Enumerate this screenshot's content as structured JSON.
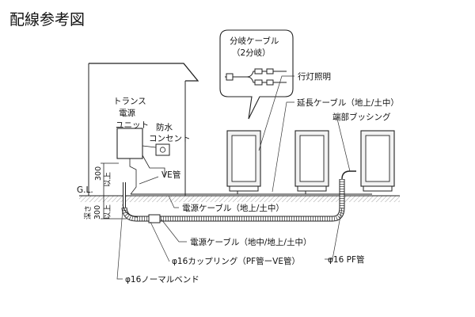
{
  "title": "配線参考図",
  "branch_cable": {
    "line1": "分岐ケーブル",
    "line2": "（2分岐）"
  },
  "labels": {
    "lamp": "行灯照明",
    "extension_cable": "延長ケーブル（地上/土中）",
    "end_bushing": "端部ブッシング",
    "transformer_l1": "トランス",
    "transformer_l2": "電源",
    "transformer_l3": "ユニット",
    "outlet_l1": "防水",
    "outlet_l2": "コンセント",
    "ve_pipe": "VE管",
    "gl": "G.L.",
    "dim_above_value": "300",
    "dim_above_unit": "以上",
    "dim_depth_prefix": "深さ",
    "dim_below_value": "300",
    "dim_below_unit": "以上",
    "power_cable_1": "電源ケーブル（地上/土中）",
    "power_cable_2": "電源ケーブル（地中/地上/土中）",
    "coupling": "φ16カップリング（PF管ーVE管）",
    "pf_pipe": "φ16 PF管",
    "normal_bend": "φ16ノーマルベンド"
  },
  "colors": {
    "line": "#222222",
    "ground": "#c8c8c8",
    "lamp_body": "#f2f2f2"
  }
}
